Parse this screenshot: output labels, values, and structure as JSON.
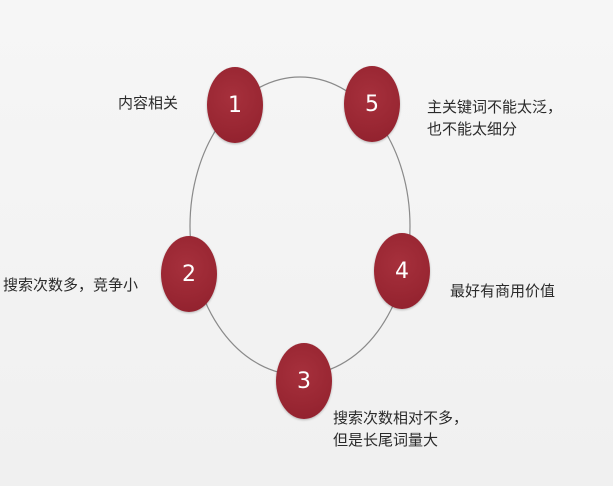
{
  "nodes": [
    {
      "number": "1",
      "lines": [
        "内容相关"
      ]
    },
    {
      "number": "2",
      "lines": [
        "搜索次数多，竞争小"
      ]
    },
    {
      "number": "3",
      "lines": [
        "搜索次数相对不多，",
        "但是长尾词量大"
      ]
    },
    {
      "number": "4",
      "lines": [
        "最好有商用价值"
      ]
    },
    {
      "number": "5",
      "lines": [
        "主关键词不能太泛，",
        "也不能太细分"
      ]
    }
  ],
  "colors": {
    "node_fill": "#9a2733",
    "node_text": "#ffffff",
    "ring": "#8a8a8a",
    "label_text": "#2a2a2a"
  }
}
